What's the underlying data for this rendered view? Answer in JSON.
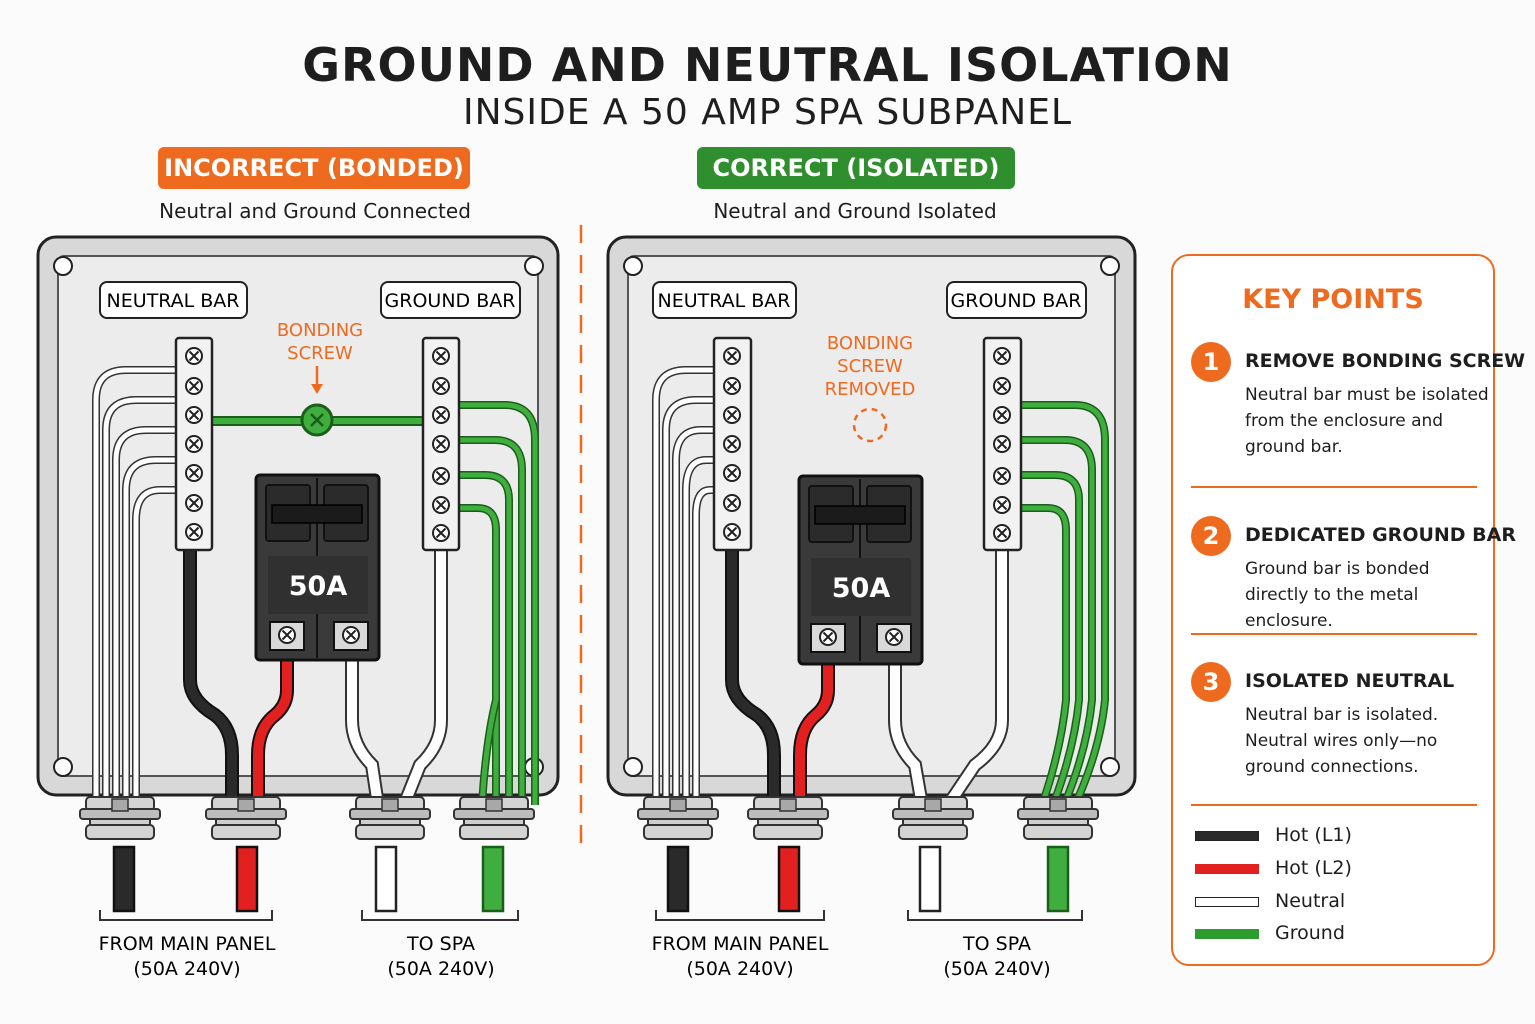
{
  "title": "GROUND AND NEUTRAL ISOLATION",
  "subtitle": "INSIDE A 50 AMP SPA SUBPANEL",
  "panels": [
    {
      "badge": "INCORRECT (BONDED)",
      "caption": "Neutral and Ground Connected",
      "neutral_bar": "NEUTRAL BAR",
      "ground_bar": "GROUND BAR",
      "screw_line1": "BONDING",
      "screw_line2": "SCREW",
      "breaker": "50A",
      "from_label": "FROM MAIN PANEL",
      "from_spec": "(50A 240V)",
      "to_label": "TO SPA",
      "to_spec": "(50A 240V)"
    },
    {
      "badge": "CORRECT (ISOLATED)",
      "caption": "Neutral and Ground Isolated",
      "neutral_bar": "NEUTRAL BAR",
      "ground_bar": "GROUND BAR",
      "screw_line1": "BONDING",
      "screw_line2": "SCREW",
      "screw_line3": "REMOVED",
      "breaker": "50A",
      "from_label": "FROM MAIN PANEL",
      "from_spec": "(50A 240V)",
      "to_label": "TO SPA",
      "to_spec": "(50A 240V)"
    }
  ],
  "key_points": {
    "title": "KEY POINTS",
    "items": [
      {
        "num": "1",
        "heading": "REMOVE BONDING SCREW",
        "body": "Neutral bar must be isolated from the enclosure and ground bar."
      },
      {
        "num": "2",
        "heading": "DEDICATED GROUND BAR",
        "body": "Ground bar is bonded directly to the metal enclosure."
      },
      {
        "num": "3",
        "heading": "ISOLATED NEUTRAL",
        "body": "Neutral bar is isolated. Neutral wires only—no ground connections."
      }
    ]
  },
  "legend": [
    {
      "label": "Hot (L1)",
      "color": "#2a2a2a"
    },
    {
      "label": "Hot (L2)",
      "color": "#e32020"
    },
    {
      "label": "Neutral",
      "color": "#ffffff"
    },
    {
      "label": "Ground",
      "color": "#2e9b2e"
    }
  ],
  "colors": {
    "orange": "#ee6a1f",
    "green": "#2f8f2f",
    "black_wire": "#2a2a2a",
    "red_wire": "#e32020",
    "ground_wire": "#2e9b2e"
  }
}
